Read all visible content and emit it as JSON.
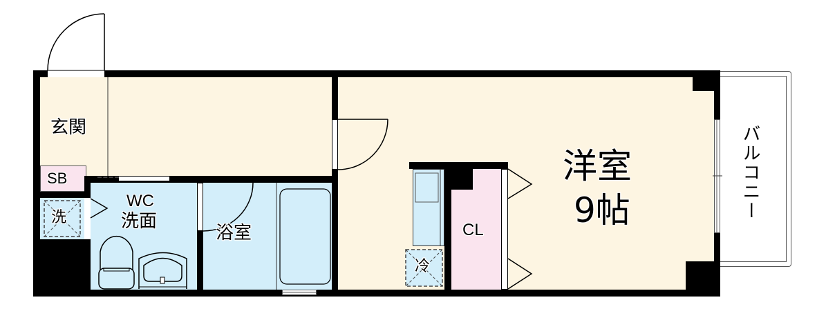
{
  "floorplan": {
    "rooms": {
      "entrance": {
        "label": "玄関"
      },
      "shoe_box": {
        "label": "SB"
      },
      "washer": {
        "label": "洗"
      },
      "wc_wash": {
        "label_line1": "WC",
        "label_line2": "洗面"
      },
      "bath": {
        "label": "浴室"
      },
      "closet": {
        "label": "CL"
      },
      "fridge": {
        "label": "冷"
      },
      "western_room": {
        "label_line1": "洋室",
        "label_line2": "9帖"
      },
      "balcony": {
        "label": "バルコニー"
      }
    },
    "colors": {
      "wall": "#000000",
      "wood_floor": "#fdf5e2",
      "wet_area": "#d3eefa",
      "storage": "#fae4ee"
    }
  }
}
